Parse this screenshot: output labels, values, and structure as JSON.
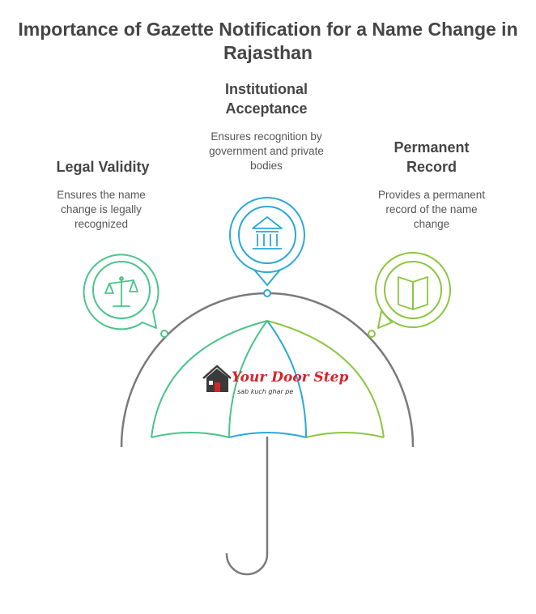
{
  "title": "Importance of Gazette Notification for a Name Change in Rajasthan",
  "items": [
    {
      "heading": "Legal Validity",
      "description": "Ensures the name change is legally recognized",
      "icon": "scales-icon",
      "color": "#4cc38a"
    },
    {
      "heading": "Institutional Acceptance",
      "description": "Ensures recognition by government and private bodies",
      "icon": "bank-building-icon",
      "color": "#2ba8d6"
    },
    {
      "heading": "Permanent Record",
      "description": "Provides a permanent record of the name change",
      "icon": "open-book-icon",
      "color": "#8cc63f"
    }
  ],
  "logo": {
    "name": "Your Door Step",
    "tagline": "sab kuch ghar pe"
  },
  "colors": {
    "green": "#4cc38a",
    "blue": "#2ba8d6",
    "lime": "#8cc63f",
    "grey": "#7a7a7a",
    "text": "#454545"
  }
}
